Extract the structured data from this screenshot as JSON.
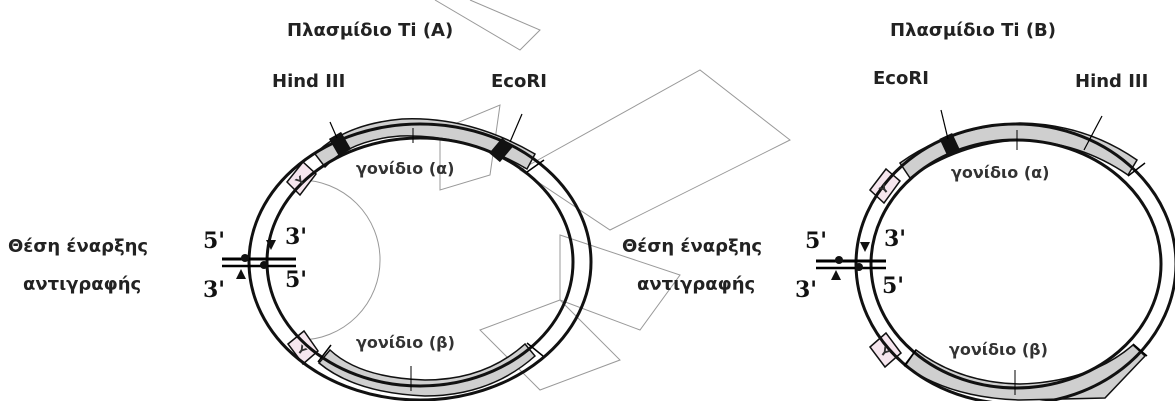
{
  "plasmid_a": {
    "title": "Πλασμίδιο Ti (A)",
    "site_hind": "Hind III",
    "site_eco": "EcoRI",
    "gene_alpha": "γονίδιο (α)",
    "gene_beta": "γονίδιο (β)",
    "box_upper": "Y",
    "box_lower": "Y",
    "end_5_left": "5'",
    "end_3_right": "3'",
    "end_3_left": "3'",
    "end_5_right": "5'"
  },
  "plasmid_b": {
    "title": "Πλασμίδιο Ti (B)",
    "site_eco": "EcoRI",
    "site_hind": "Hind III",
    "gene_alpha": "γονίδιο (α)",
    "gene_beta": "γονίδιο (β)",
    "box_upper": "Y",
    "box_lower": "Y",
    "end_5_left": "5'",
    "end_3_right": "3'",
    "end_3_left": "3'",
    "end_5_right": "5'"
  },
  "origin_label_a": {
    "line1": "Θέση έναρξης",
    "line2": "αντιγραφής"
  },
  "origin_label_b": {
    "line1": "Θέση έναρξης",
    "line2": "αντιγραφής"
  },
  "colors": {
    "gene_fill": "#cfcfcf",
    "box_fill": "#f6e6ee",
    "outline": "#111111"
  }
}
